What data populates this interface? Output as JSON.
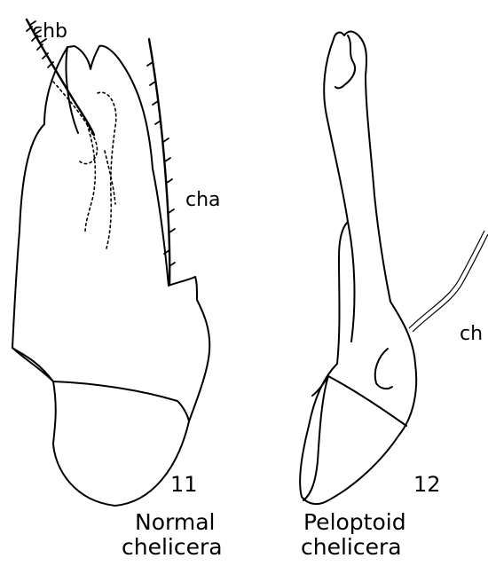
{
  "figure": {
    "fig11": {
      "number": "11",
      "labels": {
        "chb": "chb",
        "cha": "cha"
      },
      "caption_line1": "Normal",
      "caption_line2": "chelicera"
    },
    "fig12": {
      "number": "12",
      "labels": {
        "ch": "ch"
      },
      "caption_line1": "Peloptoid",
      "caption_line2": "chelicera"
    }
  }
}
